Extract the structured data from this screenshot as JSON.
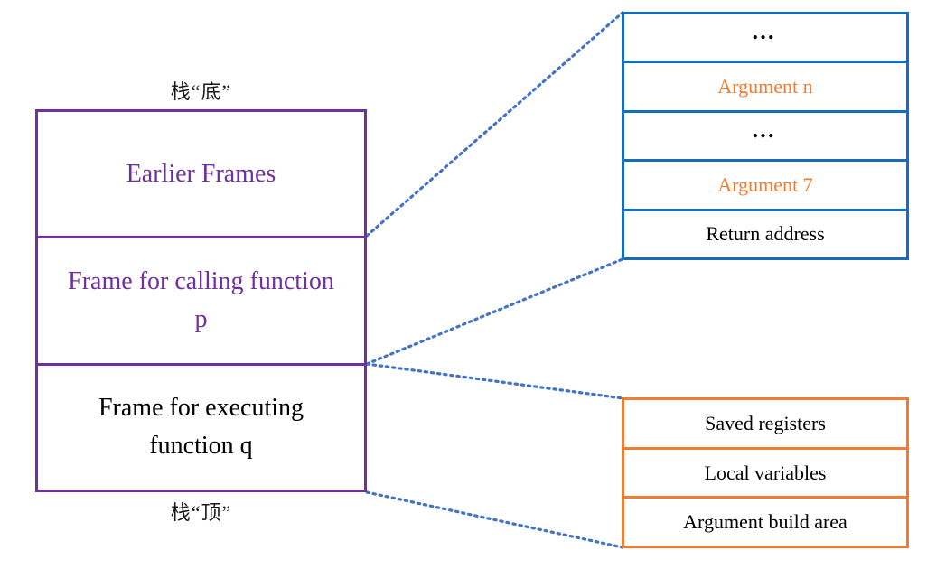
{
  "colors": {
    "stack_border_purple": "#7030A0",
    "detail_border_blue": "#146EBE",
    "detail_border_orange": "#ED7D31",
    "connector_dotted_blue": "#4472C4",
    "argument_text_orange": "#ED7D31",
    "plain_text_black": "#000000",
    "purple_text": "#7030A0"
  },
  "stack": {
    "bottom_label": "栈“底”",
    "top_label": "栈“顶”",
    "sections": [
      {
        "label": "Earlier Frames",
        "color": "#7030A0"
      },
      {
        "label": "Frame for calling function p",
        "color": "#7030A0"
      },
      {
        "label": "Frame for executing function q",
        "color": "#000000"
      }
    ]
  },
  "caller_frame_detail": {
    "rows": [
      {
        "label": "…",
        "color": "#000000"
      },
      {
        "label": "Argument n",
        "color": "#ED7D31"
      },
      {
        "label": "…",
        "color": "#000000"
      },
      {
        "label": "Argument 7",
        "color": "#ED7D31"
      },
      {
        "label": "Return address",
        "color": "#000000"
      }
    ]
  },
  "executing_frame_detail": {
    "rows": [
      {
        "label": "Saved registers",
        "color": "#000000"
      },
      {
        "label": "Local variables",
        "color": "#000000"
      },
      {
        "label": "Argument build area",
        "color": "#000000"
      }
    ]
  }
}
